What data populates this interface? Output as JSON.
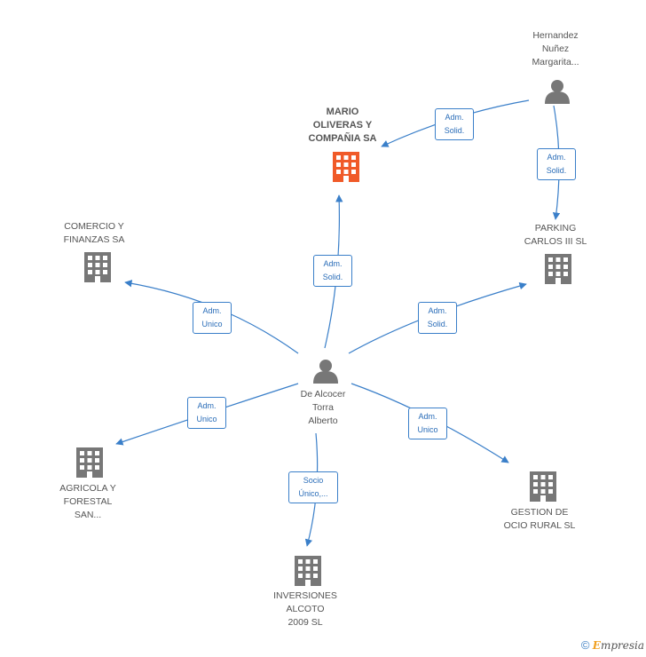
{
  "colors": {
    "edge": "#3a7fc9",
    "building": "#777777",
    "main_building": "#f05a28",
    "person": "#777777"
  },
  "nodes": {
    "mario": {
      "label": "MARIO\nOLIVERAS Y\nCOMPAÑIA SA",
      "icon": "building-icon"
    },
    "hernandez": {
      "label": "Hernandez\nNuñez\nMargarita...",
      "icon": "person-icon"
    },
    "parking": {
      "label": "PARKING\nCARLOS III SL",
      "icon": "building-icon"
    },
    "comercio": {
      "label": "COMERCIO Y\nFINANZAS SA",
      "icon": "building-icon"
    },
    "alcocer": {
      "label": "De Alcocer\nTorra\nAlberto",
      "icon": "person-icon"
    },
    "agricola": {
      "label": "AGRICOLA Y\nFORESTAL\nSAN...",
      "icon": "building-icon"
    },
    "inversiones": {
      "label": "INVERSIONES\nALCOTO\n2009 SL",
      "icon": "building-icon"
    },
    "gestion": {
      "label": "GESTION DE\nOCIO RURAL SL",
      "icon": "building-icon"
    }
  },
  "edges": {
    "hernandez_mario": "Adm.\nSolid.",
    "hernandez_parking": "Adm.\nSolid.",
    "alcocer_mario": "Adm.\nSolid.",
    "alcocer_comercio": "Adm.\nUnico",
    "alcocer_parking": "Adm.\nSolid.",
    "alcocer_agricola": "Adm.\nUnico",
    "alcocer_inversiones": "Socio\nÚnico,...",
    "alcocer_gestion": "Adm.\nUnico"
  },
  "footer": {
    "copyright": "©",
    "brand_initial": "E",
    "brand_rest": "mpresia"
  }
}
